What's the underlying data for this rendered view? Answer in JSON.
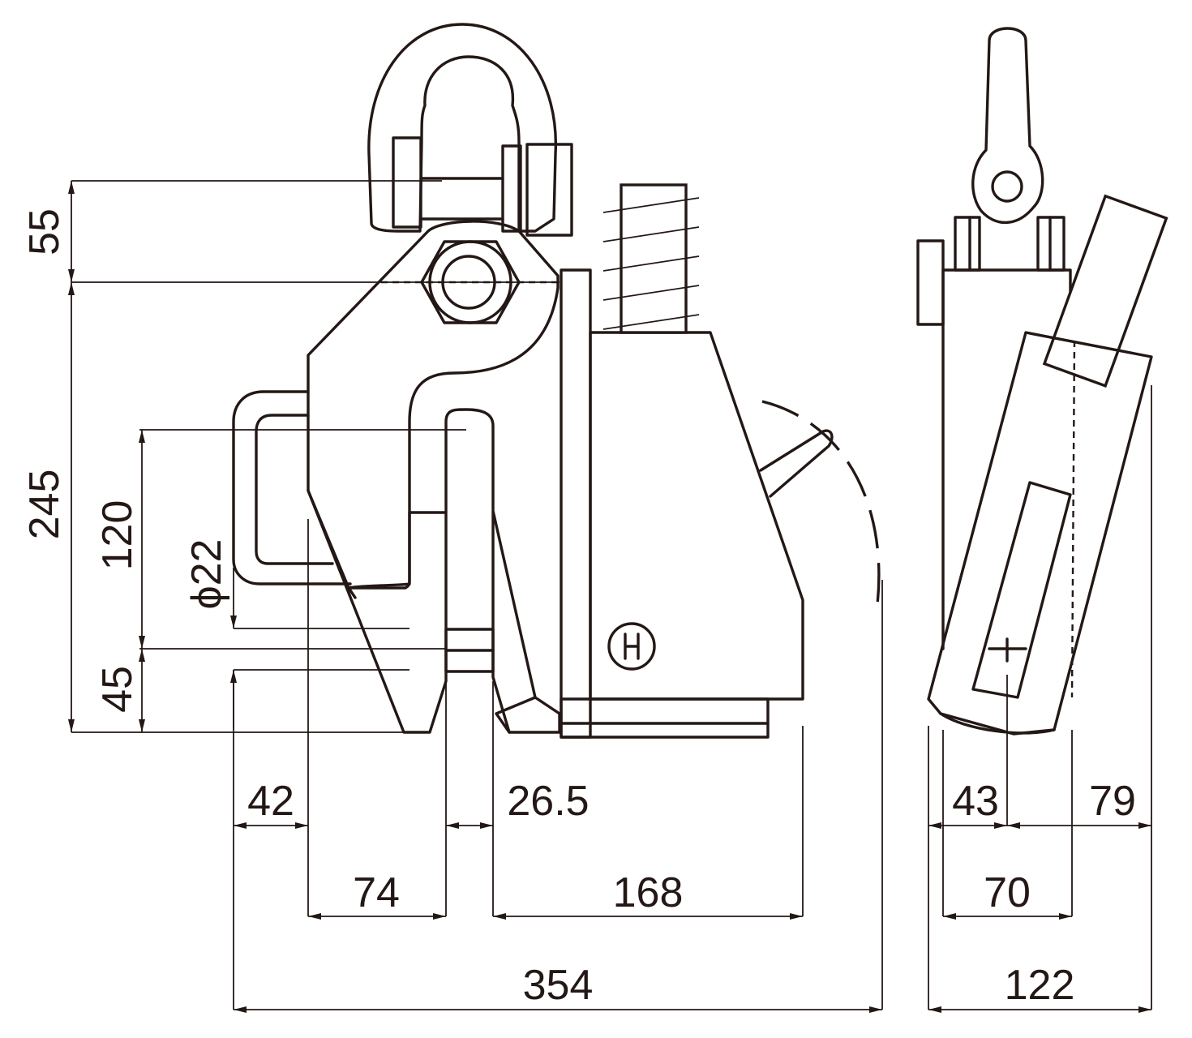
{
  "dimensions": {
    "front_view": {
      "d55": "55",
      "d245": "245",
      "d120": "120",
      "d22": "ϕ22",
      "d45": "45",
      "d42": "42",
      "d26_5": "26.5",
      "d74": "74",
      "d168": "168",
      "d354": "354"
    },
    "side_view": {
      "d43": "43",
      "d79": "79",
      "d70": "70",
      "d122": "122"
    }
  },
  "colors": {
    "line": "#231815",
    "background": "#ffffff"
  }
}
